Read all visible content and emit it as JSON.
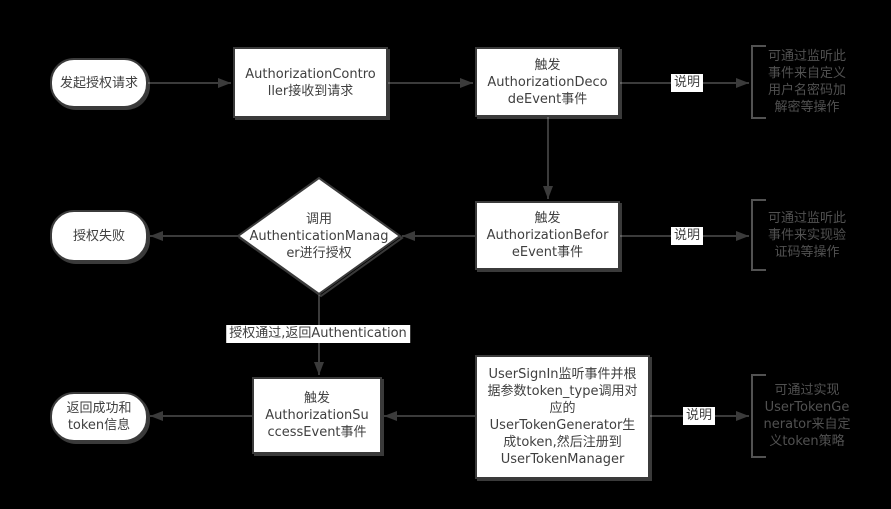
{
  "diagram": {
    "nodes": {
      "start": "发起授权请求",
      "controller": "AuthorizationContro\nller接收到请求",
      "decode_event": "触发\nAuthorizationDeco\ndeEvent事件",
      "auth_fail": "授权失败",
      "auth_manager": "调用\nAuthenticationManag\ner进行授权",
      "before_event": "触发\nAuthorizationBefor\neEvent事件",
      "return_success": "返回成功和\ntoken信息",
      "success_event": "触发\nAuthorizationSu\nccessEvent事件",
      "user_sign_in": "UserSignIn监听事件并根\n据参数token_type调用对\n应的\nUserTokenGenerator生\n成token,然后注册到\nUserTokenManager"
    },
    "edge_labels": {
      "explain_1": "说明",
      "explain_2": "说明",
      "explain_3": "说明",
      "auth_pass": "授权通过,返回Authentication"
    },
    "annotations": {
      "decode_note": "可通过监听此\n事件来自定义\n用户名密码加\n解密等操作",
      "before_note": "可通过监听此\n事件来实现验\n证码等操作",
      "token_note": "可通过实现\nUserTokenGe\nnerator来自定\n义token策略"
    },
    "colors": {
      "background": "#000000",
      "node_fill": "#ffffff",
      "node_border": "#3b3b3b",
      "node_text": "#3f3f3f",
      "connector": "#3b3b3b",
      "annotation_text": "#515151"
    }
  }
}
